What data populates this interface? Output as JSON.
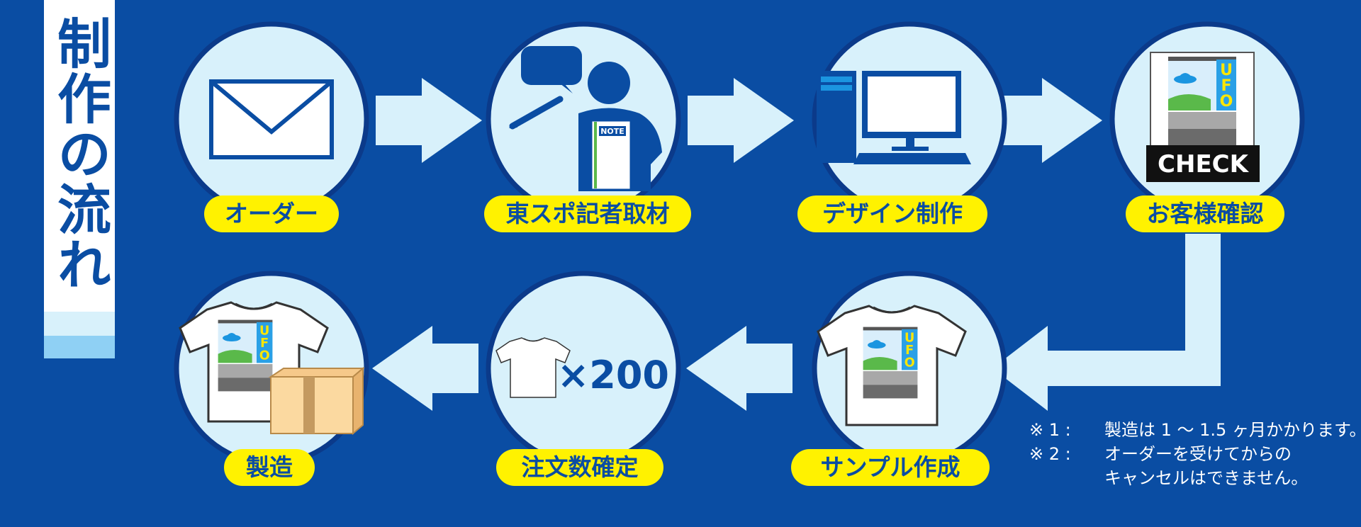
{
  "title": "制作の流れ",
  "steps": [
    {
      "label": "オーダー",
      "icon": "envelope-icon"
    },
    {
      "label": "東スポ記者取材",
      "icon": "reporter-icon"
    },
    {
      "label": "デザイン制作",
      "icon": "computer-icon"
    },
    {
      "label": "お客様確認",
      "icon": "design-check-icon"
    },
    {
      "label": "サンプル作成",
      "icon": "sample-tshirt-icon"
    },
    {
      "label": "注文数確定",
      "icon": "tshirt-quantity-icon"
    },
    {
      "label": "製造",
      "icon": "tshirt-box-icon"
    }
  ],
  "icon_text": {
    "note": "NOTE",
    "check": "CHECK",
    "ufo": "UFO",
    "quantity": "×200"
  },
  "notes": [
    {
      "mark": "※ 1 :",
      "text": "製造は 1 ～ 1.5 ヶ月かかります。"
    },
    {
      "mark": "※ 2 :",
      "text": "オーダーを受けてからの",
      "text2": "キャンセルはできません。"
    }
  ],
  "colors": {
    "background": "#0a4da3",
    "circle_fill": "#d8f1fb",
    "circle_ring": "#0b3a8a",
    "label": "#fff200",
    "arrow": "#d8f1fb"
  }
}
